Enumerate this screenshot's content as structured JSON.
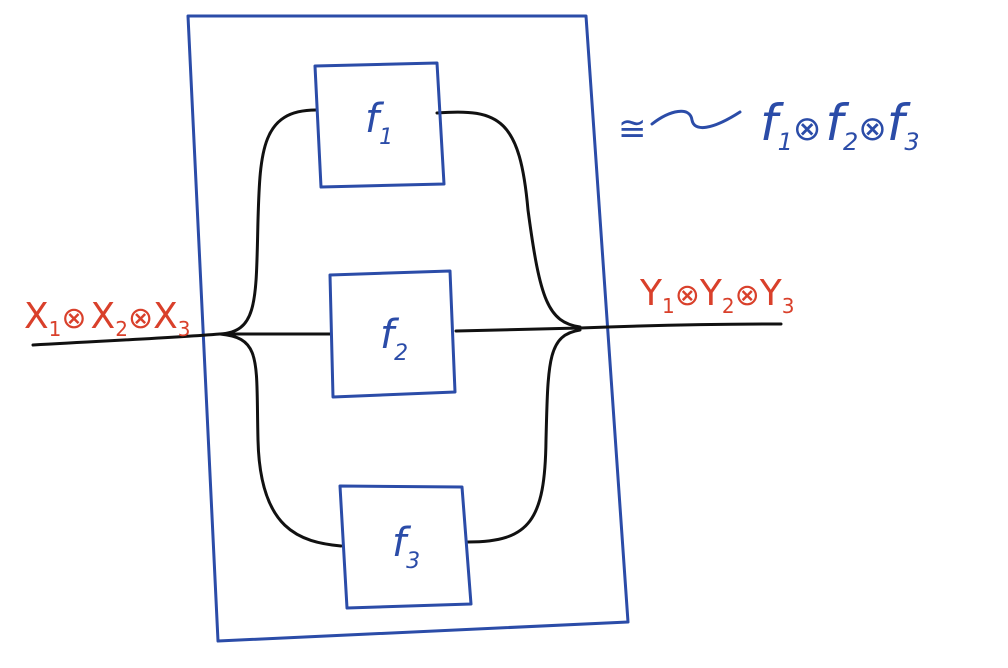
{
  "colors": {
    "box": "#2b4ca8",
    "wire": "#111111",
    "input_output_label": "#d9402b",
    "annotation": "#2b4ca8"
  },
  "boxes": [
    {
      "id": "f1",
      "label": "f",
      "subscript": "1"
    },
    {
      "id": "f2",
      "label": "f",
      "subscript": "2"
    },
    {
      "id": "f3",
      "label": "f",
      "subscript": "3"
    }
  ],
  "input_label": {
    "parts": [
      "X",
      "1",
      "⊗",
      "X",
      "2",
      "⊗",
      "X",
      "3"
    ]
  },
  "output_label": {
    "parts": [
      "Y",
      "1",
      "⊗",
      "Y",
      "2",
      "⊗",
      "Y",
      "3"
    ]
  },
  "annotation": {
    "relation_symbol": "≅",
    "parts": [
      "f",
      "1",
      "⊗",
      "f",
      "2",
      "⊗",
      "f",
      "3"
    ]
  }
}
